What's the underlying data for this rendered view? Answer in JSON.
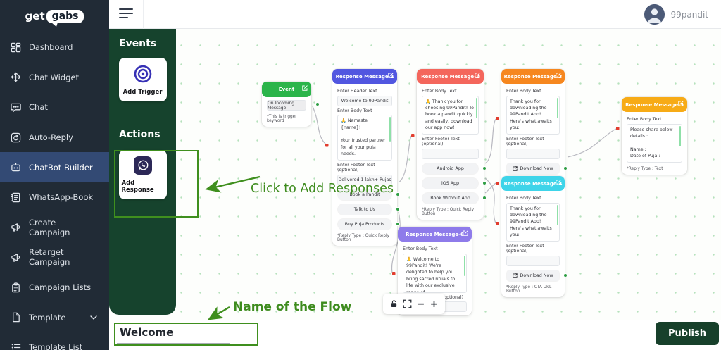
{
  "colors": {
    "sidebar_bg": "#212b36",
    "sidebar_active_bg": "#334a74",
    "panel_green": "#16432d",
    "publish_green": "#17402b",
    "annotation_green": "#3f8f1e",
    "event_header": "#2bb44a",
    "edge_gray": "#b8b8c0",
    "source_handle": "#2f9e44",
    "target_handle": "#e23d2e"
  },
  "topbar": {
    "username": "99pandit"
  },
  "sidebar": {
    "logo": {
      "get": "get",
      "gabs": "gabs"
    },
    "items": [
      {
        "label": "Dashboard",
        "icon": "dashboard-grid-icon"
      },
      {
        "label": "Chat Widget",
        "icon": "move-cross-icon"
      },
      {
        "label": "Chat",
        "icon": "chat-bubble-icon"
      },
      {
        "label": "Auto-Reply",
        "icon": "auto-reply-icon"
      },
      {
        "label": "ChatBot Builder",
        "icon": "robot-icon",
        "active": true
      },
      {
        "label": "WhatsApp-Book",
        "icon": "book-icon"
      },
      {
        "label": "Create Campaign",
        "icon": "megaphone-icon"
      },
      {
        "label": "Retarget Campaign",
        "icon": "megaphone-icon"
      },
      {
        "label": "Campaign Lists",
        "icon": "clipboard-icon"
      },
      {
        "label": "Template",
        "icon": "document-icon",
        "has_chevron": true
      },
      {
        "label": "Template List",
        "icon": "list-icon"
      }
    ]
  },
  "palette": {
    "events_heading": "Events",
    "add_trigger_label": "Add Trigger",
    "actions_heading": "Actions",
    "add_response_label": "Add Response"
  },
  "annotations": {
    "click_add_responses": "Click to Add Responses",
    "name_of_flow": "Name of the Flow"
  },
  "flow": {
    "labels": {
      "header": "Enter Header Text",
      "body": "Enter Body Text",
      "footer": "Enter Footer Text (optional)"
    },
    "event": {
      "title": "Event",
      "body": "On Incoming Message",
      "note": "*This is trigger keyword"
    },
    "nodes": [
      {
        "title": "Response Message-1",
        "color": "#5156e0",
        "header_value": "Welcome to 99Pandit",
        "body_value": "🙏 Namaste {name}!\n\nYour trusted partner for all your puja needs.",
        "footer_value": "Delivered 1 lakh+ Pujas",
        "buttons": [
          "Book a Pandit",
          "Talk to Us",
          "Buy Puja Products"
        ],
        "note": "*Reply Type : Quick Reply Button"
      },
      {
        "title": "Response Message-2",
        "color": "#f4665c",
        "body_value": "🙏 Thank you for choosing 99Pandit! To book a pandit quickly and easily, download our app now!",
        "footer_value": "",
        "buttons": [
          "Android App",
          "iOS App",
          "Book Without App"
        ],
        "note": "*Reply Type : Quick Reply Button"
      },
      {
        "title": "Response Message-3",
        "color": "#f6871f",
        "body_value": "Thank you for downloading the 99Pandit App! Here's what awaits you:",
        "footer_value": "",
        "cta_label": "Download Now",
        "note": "*Reply Type : CTA URL Button"
      },
      {
        "title": "Response Message-4",
        "color": "#3ed4e9",
        "body_value": "Thank you for downloading the 99Pandit App! Here's what awaits you:",
        "footer_value": "",
        "cta_label": "Download Now",
        "note": "*Reply Type : CTA URL Button"
      },
      {
        "title": "Response Message-5",
        "color": "#f7ab16",
        "body_value": "Please share below details :\n\nName :\nDate of Puja :",
        "note": "*Reply Type : Text"
      },
      {
        "title": "Response Message-6",
        "color": "#8e7bea",
        "body_value": "🙏 Welcome to 99Pandit! We're delighted to help you bring sacred rituals to life with our exclusive range of",
        "footer_value": ""
      }
    ],
    "controls": {
      "zoom_out": "−",
      "zoom_in": "+"
    }
  },
  "footer": {
    "flow_name_value": "Welcome",
    "publish_label": "Publish"
  }
}
